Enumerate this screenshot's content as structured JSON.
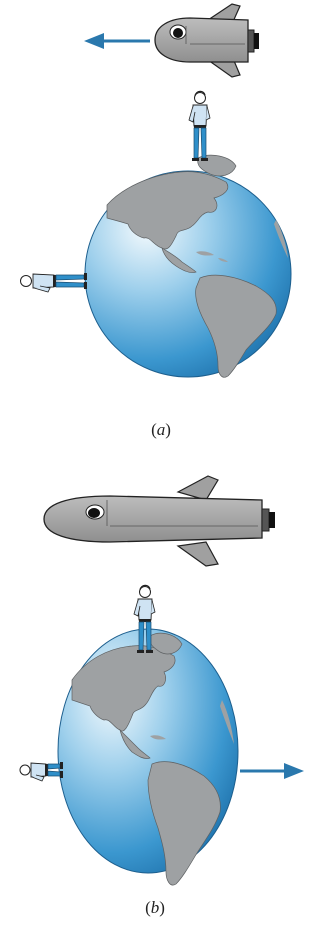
{
  "panels": [
    {
      "caption_open": "(",
      "caption_letter": "a",
      "caption_close": ")",
      "arrow_direction": "left"
    },
    {
      "caption_open": "(",
      "caption_letter": "b",
      "caption_close": ")",
      "arrow_direction": "right"
    }
  ],
  "colors": {
    "ocean_light": "#e8f4fb",
    "ocean_mid": "#4aa3d6",
    "ocean_dark": "#1f74ae",
    "land": "#9ea1a3",
    "ship_body": "#a7a7a7",
    "arrow": "#2a78ad",
    "person_shirt": "#cfe3f3",
    "person_pants": "#2f8fc9",
    "outline": "#222222"
  }
}
